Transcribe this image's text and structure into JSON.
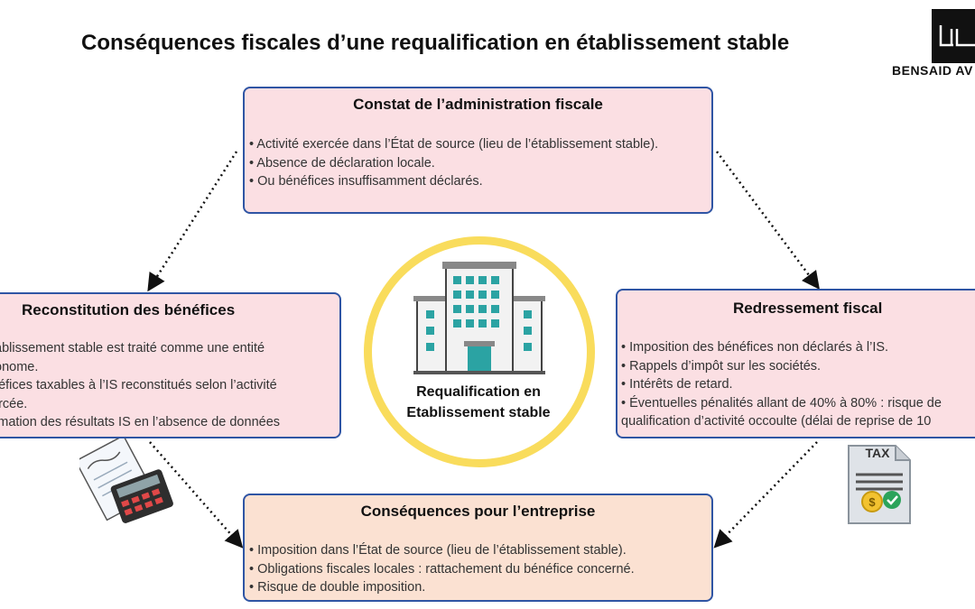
{
  "title": "Conséquences fiscales d’une requalification en établissement stable",
  "logo": {
    "text": "BENSAID AV"
  },
  "top_box": {
    "heading": "Constat de l’administration fiscale",
    "items": [
      "• Activité exercée dans l’État de source (lieu de l’établissement stable).",
      "• Absence de déclaration locale.",
      "• Ou bénéfices insuffisamment déclarés."
    ]
  },
  "left_box": {
    "heading": "Reconstitution des bénéfices",
    "items": [
      "tablissement stable est traité comme une entité",
      "tonome.",
      "néfices taxables à l’IS reconstitués selon l’activité",
      "ercée.",
      "timation des résultats IS en l’absence de données"
    ]
  },
  "right_box": {
    "heading": "Redressement fiscal",
    "items": [
      "• Imposition des bénéfices non déclarés à l’IS.",
      "• Rappels d’impôt sur les sociétés.",
      "• Intérêts de retard.",
      "• Éventuelles pénalités allant de 40% à 80% : risque de",
      "qualification d’activité occoulte (délai de reprise de 10"
    ]
  },
  "bottom_box": {
    "heading": "Conséquences pour l’entreprise",
    "items": [
      "• Imposition dans l’État de source (lieu de l’établissement stable).",
      "• Obligations fiscales locales : rattachement du bénéfice concerné.",
      "• Risque de double imposition."
    ]
  },
  "center": {
    "line1": "Requalification en",
    "line2": "Etablissement stable"
  },
  "tax_doc": {
    "text": "TAX"
  },
  "colors": {
    "border": "#2f55a4",
    "pink": "#fbdfe3",
    "peach": "#fbe1d2",
    "ring": "#f9dc5c"
  },
  "icons": [
    "building-icon",
    "calculator-icon",
    "tax-document-icon",
    "logo-mark"
  ]
}
